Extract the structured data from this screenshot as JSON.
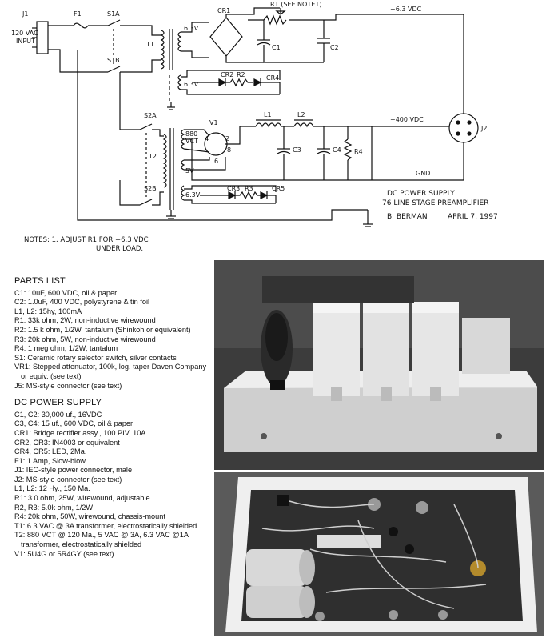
{
  "schematic": {
    "labels": {
      "j1": "J1",
      "input": "120 VAC\nINPUT",
      "f1": "F1",
      "s1a": "S1A",
      "s1b": "S1B",
      "t1": "T1",
      "cr1": "CR1",
      "r1": "R1 (SEE NOTE1)",
      "v63": "+6.3 VDC",
      "c1": "C1",
      "c2": "C2",
      "t1_sec1": "6.3V",
      "t1_sec2": "6.3V",
      "cr2": "CR2",
      "r2": "R2",
      "cr4": "CR4",
      "s2a": "S2A",
      "s2b": "S2B",
      "t2": "T2",
      "v1": "V1",
      "t2_hv": "880\nVCT",
      "t2_5v": "5V",
      "t2_63v": "6.3V",
      "pin4": "4",
      "pin2": "2",
      "pin8": "8",
      "pin6": "6",
      "l1": "L1",
      "l2": "L2",
      "c3": "C3",
      "c4": "C4",
      "r4": "R4",
      "v400": "+400 VDC",
      "j2": "J2",
      "gnd": "GND",
      "cr3": "CR3",
      "r3": "R3",
      "cr5": "CR5",
      "title1": "DC POWER SUPPLY",
      "title2": "76 LINE STAGE PREAMPLIFIER",
      "author": "B. BERMAN",
      "date": "APRIL 7, 1997",
      "notes1": "NOTES: 1. ADJUST R1 FOR +6.3 VDC",
      "notes2": "UNDER LOAD."
    }
  },
  "parts_list": {
    "title": "PARTS LIST",
    "items": [
      "C1: 10uF, 600 VDC, oil & paper",
      "C2: 1.0uF, 400 VDC, polystyrene & tin foil",
      "L1, L2: 15hy, 100mA",
      "R1: 33k ohm, 2W, non-inductive wirewound",
      "R2: 1.5 k ohm, 1/2W, tantalum (Shinkoh or equivalent)",
      "R3: 20k ohm, 5W, non-inductive wirewound",
      "R4: 1 meg ohm, 1/2W, tantalum",
      "S1: Ceramic rotary selector switch, silver contacts",
      "VR1: Stepped attenuator, 100k, log. taper Daven Company or equiv. (see text)",
      "J5: MS-style connector (see text)"
    ]
  },
  "dc_supply_list": {
    "title": "DC POWER SUPPLY",
    "items": [
      "C1, C2: 30,000 uf., 16VDC",
      "C3, C4: 15 uf., 600 VDC, oil & paper",
      "CR1: Bridge rectifier assy., 100 PIV, 10A",
      "CR2, CR3: IN4003 or equivalent",
      "CR4, CR5: LED, 2Ma.",
      "F1: 1 Amp, Slow-blow",
      "J1: IEC-style power connector, male",
      "J2: MS-style connector (see text)",
      "L1, L2: 12 Hy., 150 Ma.",
      "R1: 3.0 ohm, 25W, wirewound, adjustable",
      "R2, R3: 5.0k ohm, 1/2W",
      "R4: 20k ohm, 50W, wirewound, chassis-mount",
      "T1: 6.3 VAC @ 3A transformer, electrostatically shielded",
      "T2: 880 VCT @ 120 Ma., 5 VAC @ 3A, 6.3 VAC @1A transformer, electrostatically shielded",
      "V1: 5U4G or 5R4GY (see text)"
    ]
  }
}
